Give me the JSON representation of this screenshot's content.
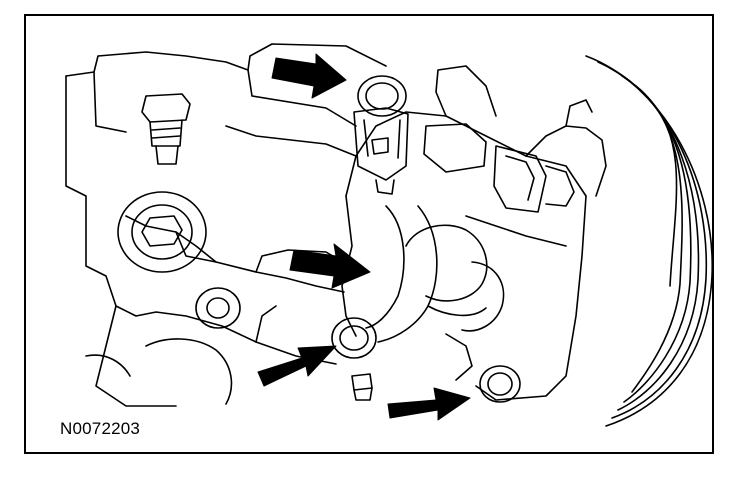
{
  "figure": {
    "id_label": "N0072203"
  },
  "colors": {
    "line": "#000000",
    "background": "#ffffff",
    "arrow": "#000000"
  },
  "callouts": [
    {
      "name": "upper-connector-arrow"
    },
    {
      "name": "middle-hose-arrow"
    },
    {
      "name": "lower-left-oring-arrow"
    },
    {
      "name": "lower-right-oring-arrow"
    }
  ]
}
